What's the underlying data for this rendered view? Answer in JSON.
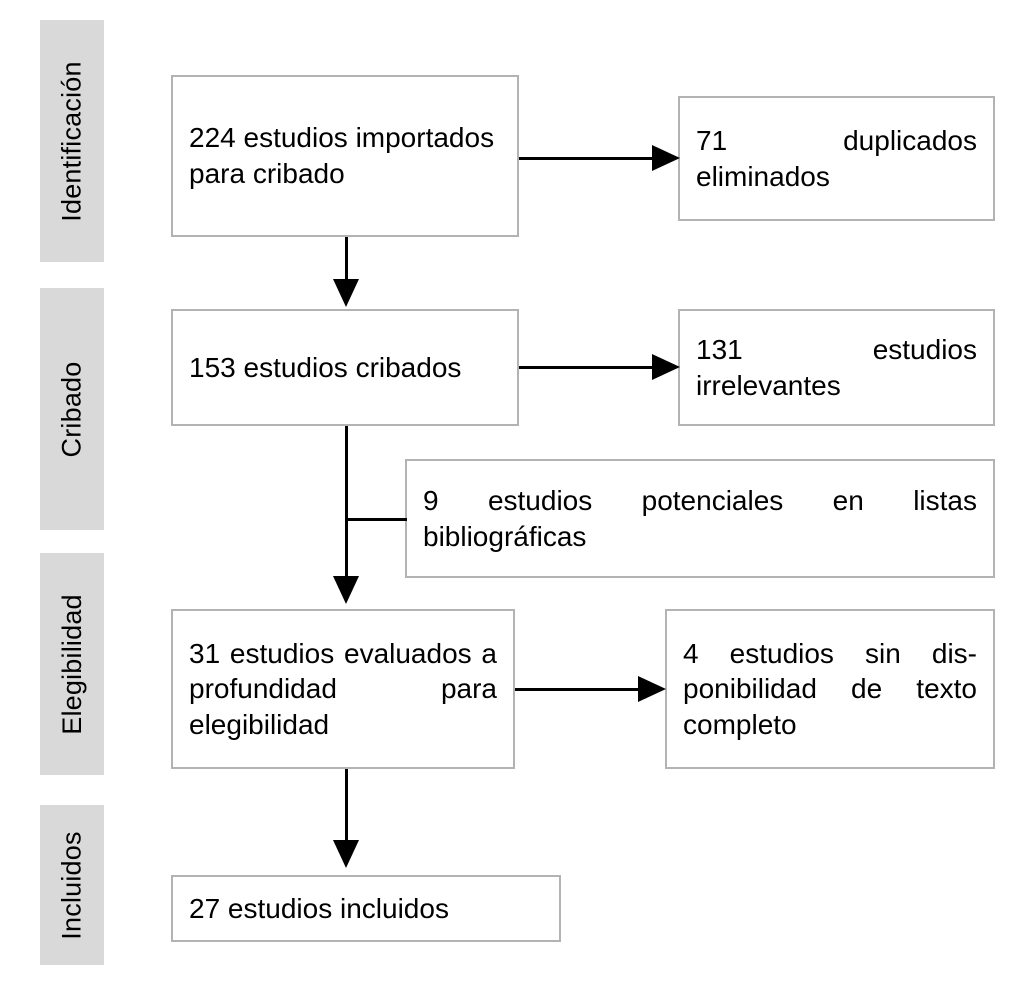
{
  "diagram": {
    "type": "prisma-flow-diagram",
    "language": "es",
    "box_border_color": "#b3b3b3",
    "stage_band_color": "#d9d9d9",
    "connector_color": "#000000"
  },
  "stages": [
    {
      "id": "identificacion",
      "label": "Identificación"
    },
    {
      "id": "cribado",
      "label": "Cribado"
    },
    {
      "id": "elegibilidad",
      "label": "Elegibilidad"
    },
    {
      "id": "incluidos",
      "label": "Incluidos"
    }
  ],
  "boxes": {
    "imported": {
      "id": "imported-studies",
      "count": 224,
      "text": "224 estudios importados para cribado"
    },
    "duplicates": {
      "id": "duplicates-removed",
      "count": 71,
      "text": "71 duplicados eliminados"
    },
    "screened": {
      "id": "studies-screened",
      "count": 153,
      "text": "153 estudios cribados"
    },
    "irrelevant": {
      "id": "irrelevant-studies",
      "count": 131,
      "text": "131 estudios irrelevantes"
    },
    "bibliography": {
      "id": "bibliography-studies",
      "count": 9,
      "text": "9 estudios potenciales en listas bibliográficas"
    },
    "assessed": {
      "id": "studies-assessed",
      "count": 31,
      "text": "31 estudios evalua­dos a profundidad para elegibilidad"
    },
    "no_fulltext": {
      "id": "no-fulltext-studies",
      "count": 4,
      "text": "4 estudios sin dis­ponibilidad de texto completo"
    },
    "included": {
      "id": "included-studies",
      "count": 27,
      "text": "27 estudios incluidos"
    }
  },
  "connectors": [
    {
      "id": "imported-to-duplicates",
      "kind": "arrow-right"
    },
    {
      "id": "imported-to-screened",
      "kind": "arrow-down"
    },
    {
      "id": "screened-to-irrelevant",
      "kind": "arrow-right"
    },
    {
      "id": "bibliography-to-trunk",
      "kind": "line"
    },
    {
      "id": "screened-to-assessed",
      "kind": "arrow-down"
    },
    {
      "id": "assessed-to-nofulltext",
      "kind": "arrow-right"
    },
    {
      "id": "assessed-to-included",
      "kind": "arrow-down"
    }
  ]
}
